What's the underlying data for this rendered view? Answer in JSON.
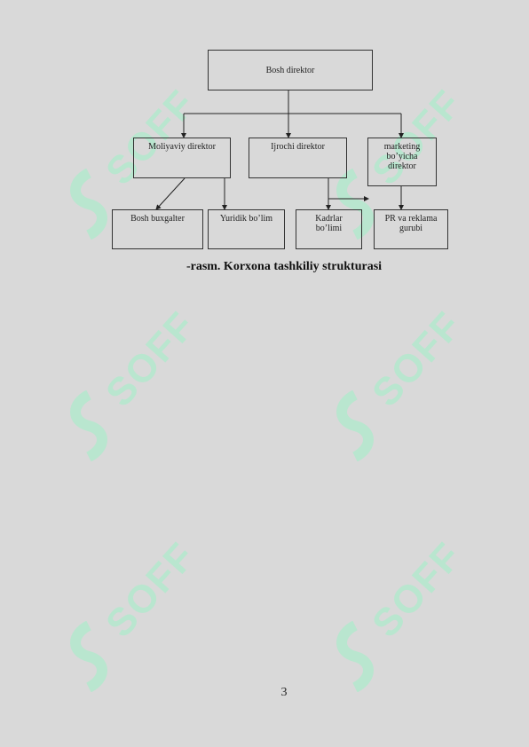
{
  "diagram": {
    "top": "Bosh direktor",
    "level2": [
      "Moliyaviy direktor",
      "Ijrochi direktor",
      "marketing bo’yicha direktor"
    ],
    "level3": [
      "Bosh buxgalter",
      "Yuridik bo’lim",
      "Kadrlar bo’limi",
      "PR va reklama gurubi"
    ]
  },
  "caption": "-rasm. Korxona tashkiliy strukturasi",
  "page_number": "3",
  "watermark": {
    "text": "SOFF",
    "color": "#b9e6cf"
  }
}
